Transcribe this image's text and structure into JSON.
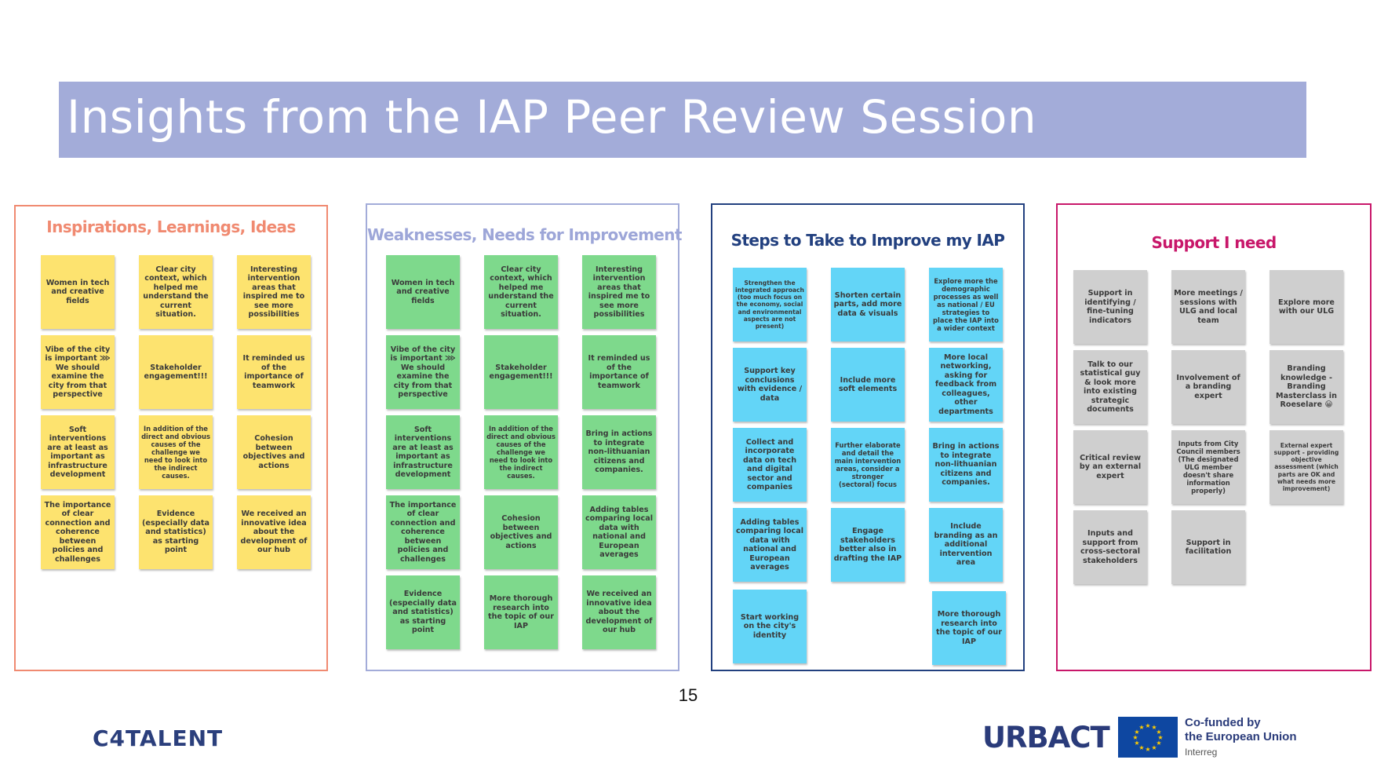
{
  "slide": {
    "title": "Insights from the IAP Peer Review Session",
    "page_number": "15"
  },
  "boards": [
    {
      "title": "Inspirations, Learnings, Ideas",
      "color": "#f08a71",
      "title_color": "#f08a71",
      "note_color": "#fde36f",
      "notes": [
        "Women in tech and creative fields",
        "Clear city context, which helped me understand the current situation.",
        "Interesting intervention areas that inspired me to see more possibilities",
        "Vibe of the city is important ⋙ We should examine the city from that perspective",
        "Stakeholder engagement!!!",
        "It reminded us of the importance of teamwork",
        "Soft interventions are at least as important as infrastructure development",
        "In addition of the direct and obvious causes of the challenge we need to look into the indirect causes.",
        "Cohesion between objectives and actions",
        "The importance of clear connection and coherence between policies and challenges",
        "Evidence (especially data and statistics) as starting point",
        "We received an innovative idea about the development of our hub"
      ]
    },
    {
      "title": "Weaknesses, Needs for Improvement",
      "color": "#a3acd9",
      "title_color": "#9da6d8",
      "note_color": "#7ed98c",
      "notes": [
        "Women in tech and creative fields",
        "Clear city context, which helped me understand the current situation.",
        "Interesting intervention areas that inspired me to see more possibilities",
        "Vibe of the city is important ⋙ We should examine the city from that perspective",
        "Stakeholder engagement!!!",
        "It reminded us of the importance of teamwork",
        "Soft interventions are at least as important as infrastructure development",
        "In addition of the direct and obvious causes of the challenge we need to look into the indirect causes.",
        "Bring in actions to integrate non-lithuanian citizens and companies.",
        "The importance of clear connection and coherence between policies and challenges",
        "Cohesion between objectives and actions",
        "Adding tables comparing local data with national and European averages",
        "Evidence (especially data and statistics) as starting point",
        "More thorough research into the topic of our IAP",
        "We received an innovative idea about the development of our hub"
      ]
    },
    {
      "title": "Steps to Take to Improve my IAP",
      "color": "#22407f",
      "title_color": "#22407f",
      "note_color": "#63d5f7",
      "notes": [
        "Strengthen the integrated approach (too much focus on the economy, social and environmental aspects are not present)",
        "Shorten certain parts, add more data & visuals",
        "Explore more the demographic processes as well as national / EU strategies to place the IAP into a wider context",
        "Support key conclusions with evidence / data",
        "Include more soft elements",
        "More local networking, asking for feedback from colleagues, other departments",
        "Collect and incorporate data on tech and digital sector and companies",
        "Further elaborate and detail the main intervention areas, consider a stronger (sectoral) focus",
        "Bring in actions to integrate non-lithuanian citizens and companies.",
        "Adding tables comparing local data with national and European averages",
        "Engage stakeholders better also in drafting the IAP",
        "Include branding as an additional intervention area",
        "Start working on the city's identity",
        "More thorough research into the topic of our IAP"
      ]
    },
    {
      "title": "Support I need",
      "color": "#c8176a",
      "title_color": "#c8176a",
      "note_color": "#cfcfcf",
      "notes": [
        "Support in identifying / fine-tuning indicators",
        "More meetings / sessions with ULG and local team",
        "Explore more with our ULG",
        "Talk to our statistical guy & look more into existing strategic documents",
        "Involvement of a branding expert",
        "Branding knowledge - Branding Masterclass in Roeselare 😀",
        "Critical review by an external expert",
        "Inputs from City Council members (The designated ULG member doesn't share information properly)",
        "External expert support - providing objective assessment (which parts are OK and what needs more improvement)",
        "Inputs and support from cross-sectoral stakeholders",
        "Support in facilitation"
      ]
    }
  ],
  "footer": {
    "left_logo": "C4TALENT",
    "urbact_logo": "URBACT",
    "eu_text_line1": "Co-funded by",
    "eu_text_line2": "the European Union",
    "eu_sub": "Interreg",
    "eu_flag_icon": "eu-flag-icon"
  }
}
